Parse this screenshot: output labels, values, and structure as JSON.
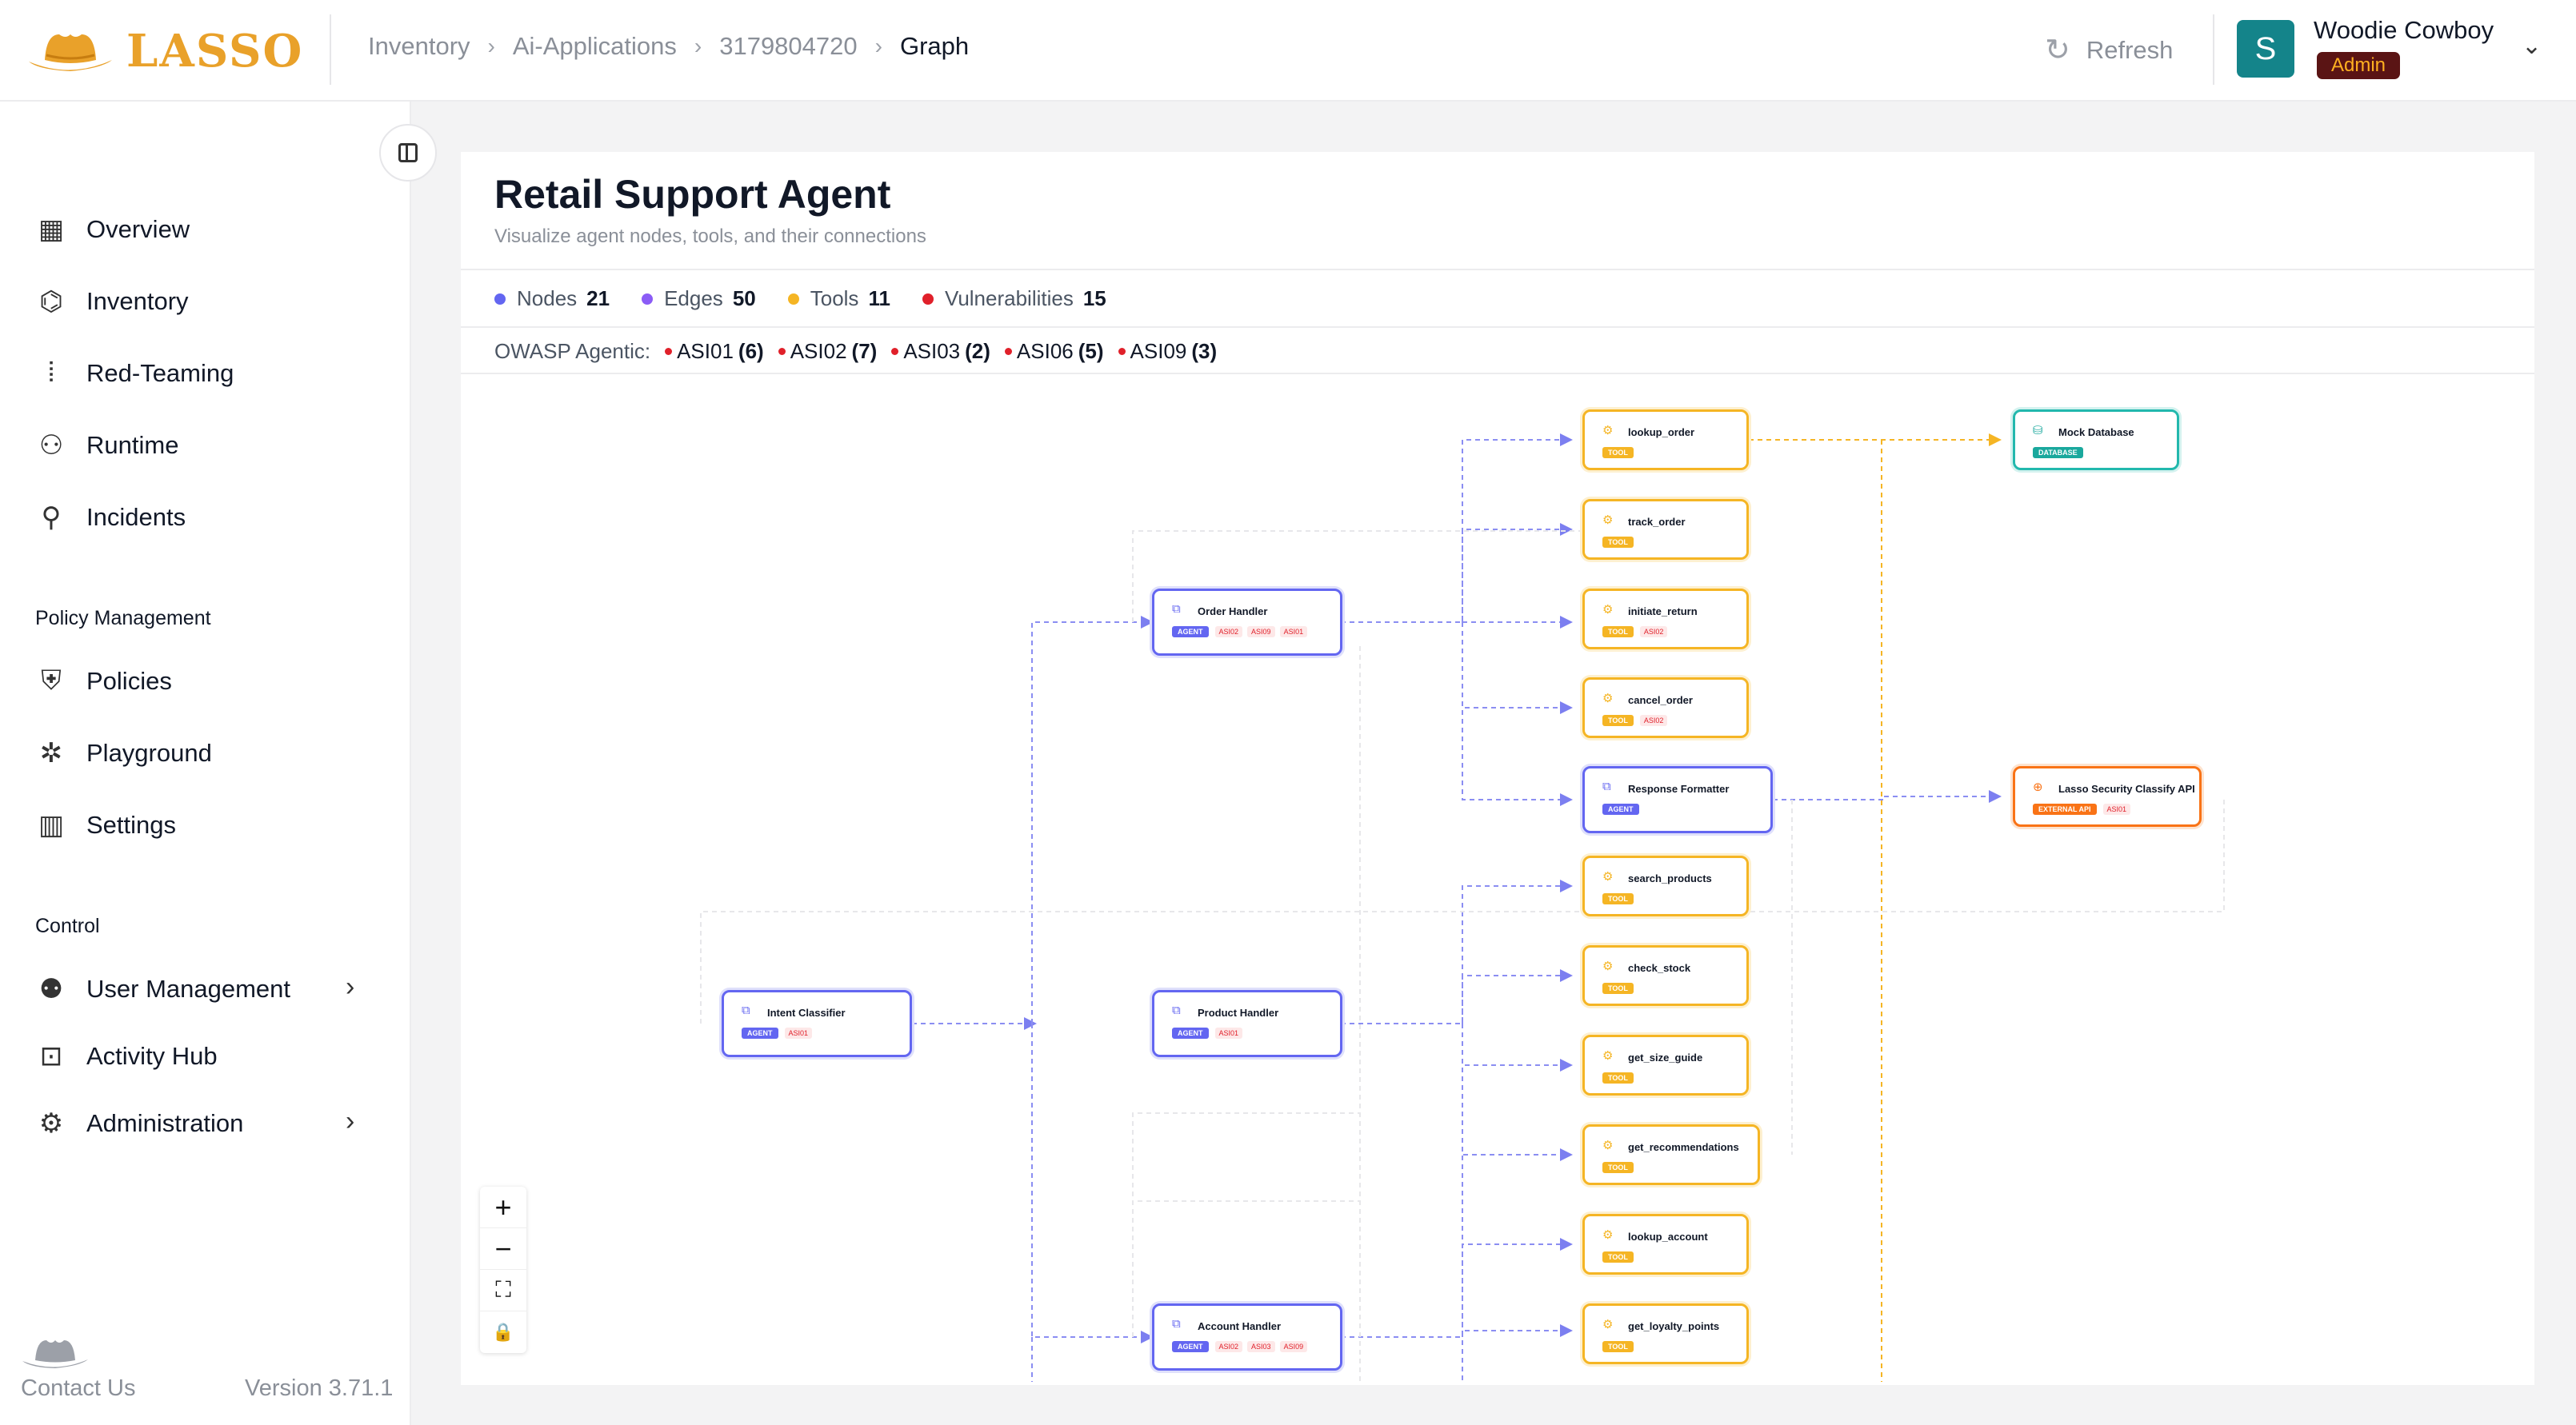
{
  "brand": {
    "name": "LASSO"
  },
  "breadcrumb": [
    "Inventory",
    "Ai-Applications",
    "3179804720",
    "Graph"
  ],
  "header": {
    "refresh": "Refresh",
    "user_initial": "S",
    "user_name": "Woodie Cowboy",
    "user_role": "Admin"
  },
  "sidebar": {
    "items": [
      {
        "label": "Overview",
        "icon": "grid-icon"
      },
      {
        "label": "Inventory",
        "icon": "cubes-icon"
      },
      {
        "label": "Red-Teaming",
        "icon": "scan-icon"
      },
      {
        "label": "Runtime",
        "icon": "hierarchy-icon"
      },
      {
        "label": "Incidents",
        "icon": "telescope-icon"
      }
    ],
    "policy_title": "Policy Management",
    "policy_items": [
      {
        "label": "Policies",
        "icon": "shield-icon"
      },
      {
        "label": "Playground",
        "icon": "ferris-wheel-icon"
      },
      {
        "label": "Settings",
        "icon": "columns-icon"
      }
    ],
    "control_title": "Control",
    "control_items": [
      {
        "label": "User Management",
        "icon": "users-icon"
      },
      {
        "label": "Activity Hub",
        "icon": "terminal-icon"
      },
      {
        "label": "Administration",
        "icon": "gear-icon"
      }
    ],
    "contact": "Contact Us",
    "version": "Version 3.71.1"
  },
  "page": {
    "title": "Retail Support Agent",
    "subtitle": "Visualize agent nodes, tools, and their connections"
  },
  "stats": [
    {
      "label": "Nodes",
      "value": "21",
      "color": "#6366f1"
    },
    {
      "label": "Edges",
      "value": "50",
      "color": "#8b5cf6"
    },
    {
      "label": "Tools",
      "value": "11",
      "color": "#f5b524"
    },
    {
      "label": "Vulnerabilities",
      "value": "15",
      "color": "#e0202a"
    }
  ],
  "owasp": {
    "label": "OWASP Agentic:",
    "tags": [
      {
        "code": "ASI01",
        "count": "(6)"
      },
      {
        "code": "ASI02",
        "count": "(7)"
      },
      {
        "code": "ASI03",
        "count": "(2)"
      },
      {
        "code": "ASI06",
        "count": "(5)"
      },
      {
        "code": "ASI09",
        "count": "(3)"
      }
    ]
  },
  "graph": {
    "nodes": {
      "intent": {
        "name": "Intent Classifier",
        "badge": "AGENT",
        "vulns": [
          "ASI01"
        ]
      },
      "order": {
        "name": "Order Handler",
        "badge": "AGENT",
        "vulns": [
          "ASI02",
          "ASI09",
          "ASI01"
        ]
      },
      "product": {
        "name": "Product Handler",
        "badge": "AGENT",
        "vulns": [
          "ASI01"
        ]
      },
      "account": {
        "name": "Account Handler",
        "badge": "AGENT",
        "vulns": [
          "ASI02",
          "ASI03",
          "ASI09"
        ]
      },
      "formatter": {
        "name": "Response Formatter",
        "badge": "AGENT",
        "vulns": []
      },
      "lookup_order": {
        "name": "lookup_order",
        "badge": "TOOL",
        "vulns": []
      },
      "track_order": {
        "name": "track_order",
        "badge": "TOOL",
        "vulns": []
      },
      "initiate_return": {
        "name": "initiate_return",
        "badge": "TOOL",
        "vulns": [
          "ASI02"
        ]
      },
      "cancel_order": {
        "name": "cancel_order",
        "badge": "TOOL",
        "vulns": [
          "ASI02"
        ]
      },
      "search_products": {
        "name": "search_products",
        "badge": "TOOL",
        "vulns": []
      },
      "check_stock": {
        "name": "check_stock",
        "badge": "TOOL",
        "vulns": []
      },
      "get_size_guide": {
        "name": "get_size_guide",
        "badge": "TOOL",
        "vulns": []
      },
      "get_recommendations": {
        "name": "get_recommendations",
        "badge": "TOOL",
        "vulns": []
      },
      "lookup_account": {
        "name": "lookup_account",
        "badge": "TOOL",
        "vulns": []
      },
      "get_loyalty_points": {
        "name": "get_loyalty_points",
        "badge": "TOOL",
        "vulns": []
      },
      "mock_db": {
        "name": "Mock Database",
        "badge": "DATABASE",
        "vulns": []
      },
      "lasso_api": {
        "name": "Lasso Security Classify API",
        "badge": "EXTERNAL API",
        "vulns": [
          "ASI01"
        ]
      }
    }
  },
  "zoom_controls": [
    "+",
    "−",
    "⛶",
    "🔒"
  ]
}
